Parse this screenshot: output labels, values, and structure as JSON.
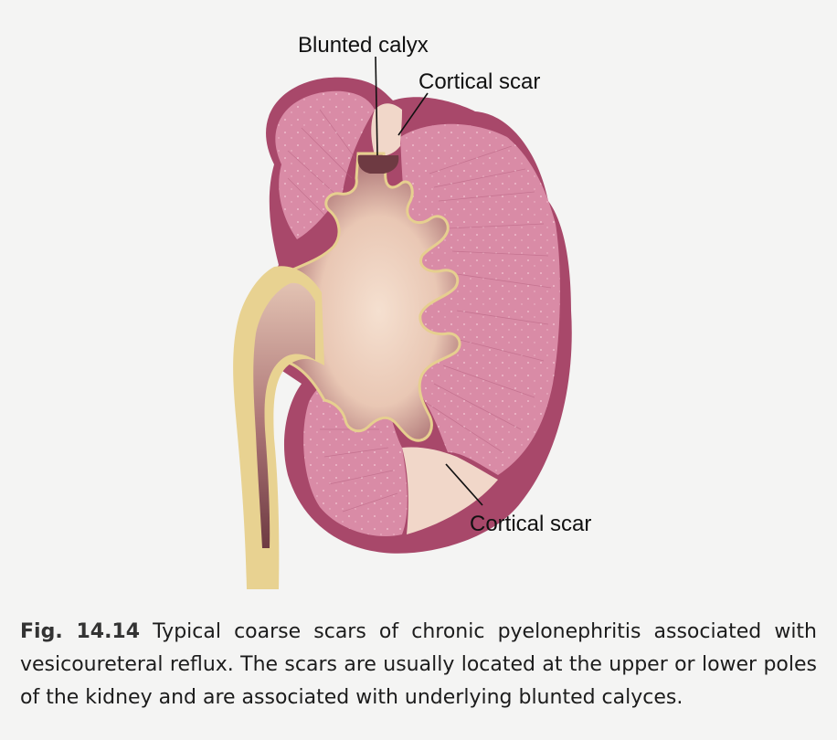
{
  "labels": {
    "blunted_calyx": "Blunted calyx",
    "cortical_scar_top": "Cortical scar",
    "cortical_scar_bottom": "Cortical scar"
  },
  "caption": {
    "figure_number": "Fig. 14.14",
    "text": " Typical coarse scars of chronic pyelonephritis associated with vesicoureteral reflux. The scars are usually located at the upper or lower poles of the kidney and are associated with underlying blunted calyces."
  },
  "colors": {
    "background": "#f4f4f3",
    "capsule": "#a8486a",
    "cortex": "#d98ba6",
    "medulla_lines": "#b5607f",
    "scar": "#f1d7c9",
    "pelvis_light": "#f3d9c6",
    "pelvis_dark": "#7a4048",
    "ureter": "#e8d291",
    "label_text": "#111111"
  }
}
